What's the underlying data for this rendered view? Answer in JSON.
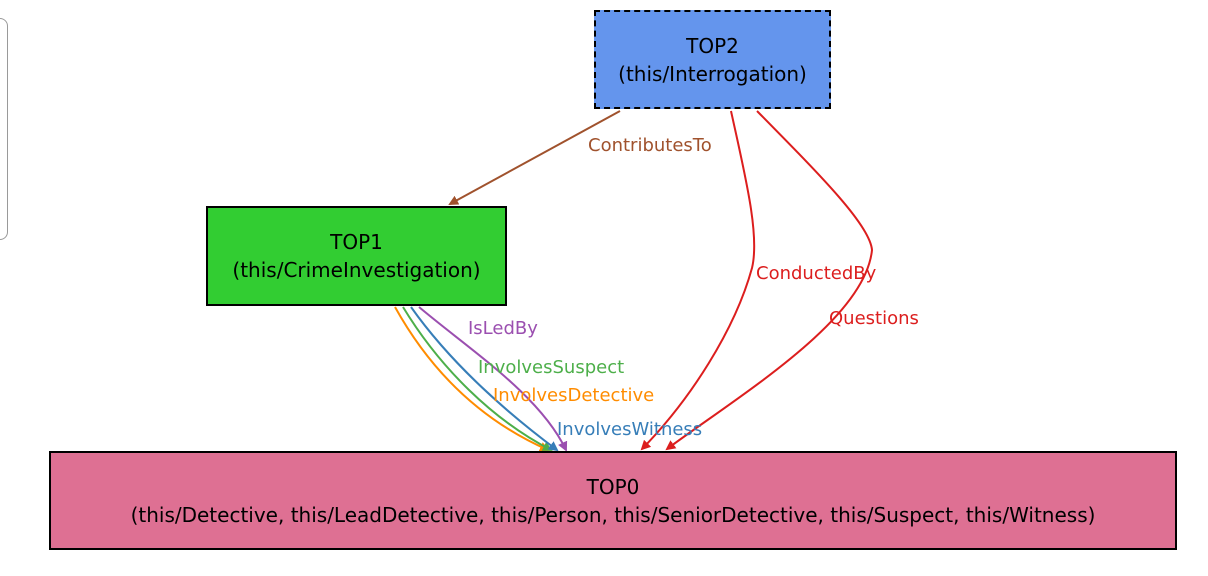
{
  "nodes": {
    "top2": {
      "title": "TOP2",
      "subtitle": "(this/Interrogation)",
      "fill": "#6495ED",
      "border_style": "dashed"
    },
    "top1": {
      "title": "TOP1",
      "subtitle": "(this/CrimeInvestigation)",
      "fill": "#32CD32",
      "border_style": "solid"
    },
    "top0": {
      "title": "TOP0",
      "subtitle": "(this/Detective, this/LeadDetective, this/Person, this/SeniorDetective, this/Suspect, this/Witness)",
      "fill": "#DE7093",
      "border_style": "solid"
    }
  },
  "edges": {
    "contributes_to": {
      "label": "ContributesTo",
      "from": "TOP2",
      "to": "TOP1",
      "color": "#A0522D"
    },
    "conducted_by": {
      "label": "ConductedBy",
      "from": "TOP2",
      "to": "TOP0",
      "color": "#DC1E1E"
    },
    "questions": {
      "label": "Questions",
      "from": "TOP2",
      "to": "TOP0",
      "color": "#DC1E1E"
    },
    "is_led_by": {
      "label": "IsLedBy",
      "from": "TOP1",
      "to": "TOP0",
      "color": "#9B4FB0"
    },
    "involves_suspect": {
      "label": "InvolvesSuspect",
      "from": "TOP1",
      "to": "TOP0",
      "color": "#4DAF4A"
    },
    "involves_detective": {
      "label": "InvolvesDetective",
      "from": "TOP1",
      "to": "TOP0",
      "color": "#FF8C00"
    },
    "involves_witness": {
      "label": "InvolvesWitness",
      "from": "TOP1",
      "to": "TOP0",
      "color": "#377EB8"
    }
  }
}
